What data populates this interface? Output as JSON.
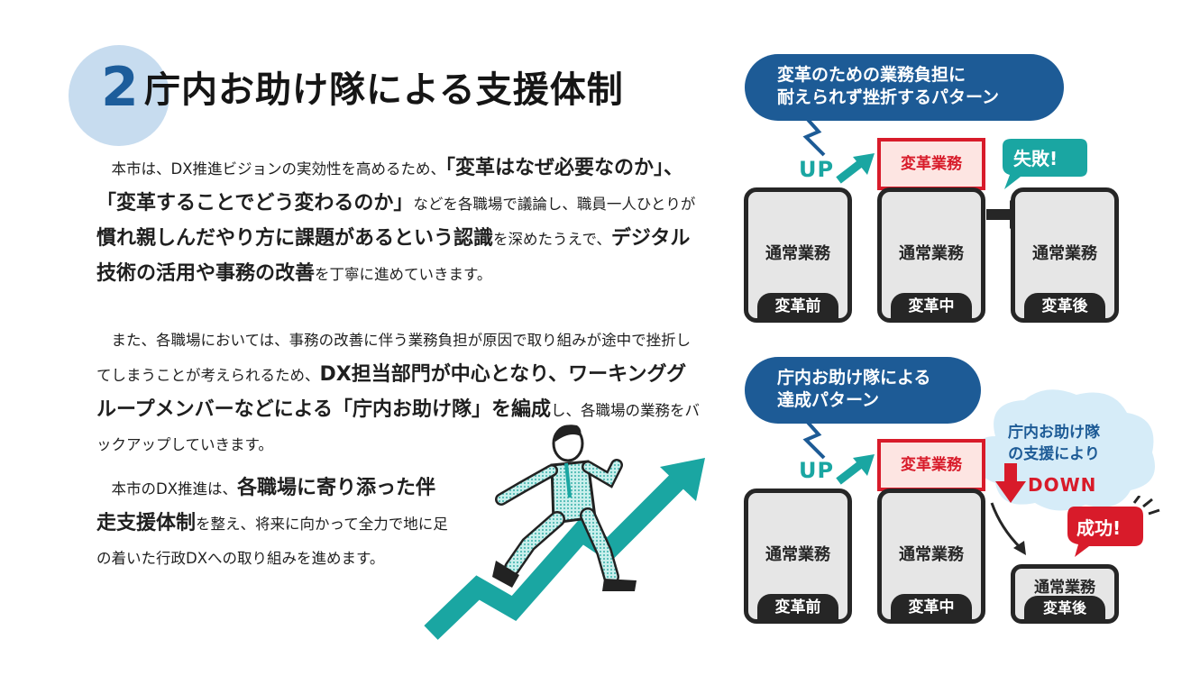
{
  "section": {
    "number": "2",
    "title": "庁内お助け隊による支援体制"
  },
  "body": {
    "p1": [
      {
        "t": "本市は、DX推進ビジョンの実効性を高めるため、",
        "b": false
      },
      {
        "t": "「変革はなぜ必要なのか」、「変革することでどう変わるのか」",
        "b": true
      },
      {
        "t": "などを各職場で議論し、職員一人ひとりが",
        "b": false
      },
      {
        "t": "慣れ親しんだやり方に課題があるという認識",
        "b": true
      },
      {
        "t": "を深めたうえで、",
        "b": false
      },
      {
        "t": "デジタル技術の活用や事務の改善",
        "b": true
      },
      {
        "t": "を丁寧に進めていきます。",
        "b": false
      }
    ],
    "p2": [
      {
        "t": "また、各職場においては、事務の改善に伴う業務負担が原因で取り組みが途中で挫折してしまうことが考えられるため、",
        "b": false
      },
      {
        "t": "DX担当部門が中心となり、ワーキンググループメンバーなどによる「庁内お助け隊」を編成",
        "b": true
      },
      {
        "t": "し、各職場の業務をバックアップしていきます。",
        "b": false
      }
    ],
    "p3": [
      {
        "t": "本市のDX推進は、",
        "b": false
      },
      {
        "t": "各職場に寄り添った伴走支援体制",
        "b": true
      },
      {
        "t": "を整え、将来に向かって全力で地に足の着いた行政DXへの取り組みを進めます。",
        "b": false
      }
    ]
  },
  "diagram1": {
    "bubble_line1": "変革のための業務負担に",
    "bubble_line2": "耐えられず挫折するパターン",
    "up": "UP",
    "burden_box": "変革業務",
    "result": "失敗!",
    "boxes": [
      {
        "label": "通常業務",
        "stage": "変革前"
      },
      {
        "label": "通常業務",
        "stage": "変革中"
      },
      {
        "label": "通常業務",
        "stage": "変革後"
      }
    ]
  },
  "diagram2": {
    "bubble_line1": "庁内お助け隊による",
    "bubble_line2": "達成パターン",
    "up": "UP",
    "burden_box": "変革業務",
    "support_line1": "庁内お助け隊",
    "support_line2": "の支援により",
    "down": "DOWN",
    "result": "成功!",
    "boxes": [
      {
        "label": "通常業務",
        "stage": "変革前"
      },
      {
        "label": "通常業務",
        "stage": "変革中"
      },
      {
        "label": "通常業務",
        "stage": "変革後"
      }
    ]
  },
  "colors": {
    "heading_number": "#1d5d9b",
    "heading_circle": "#c7dcef",
    "bubble": "#1d5b96",
    "accent_teal": "#1aa6a2",
    "accent_red": "#d81b2a",
    "cloud": "#d6ecf8"
  }
}
